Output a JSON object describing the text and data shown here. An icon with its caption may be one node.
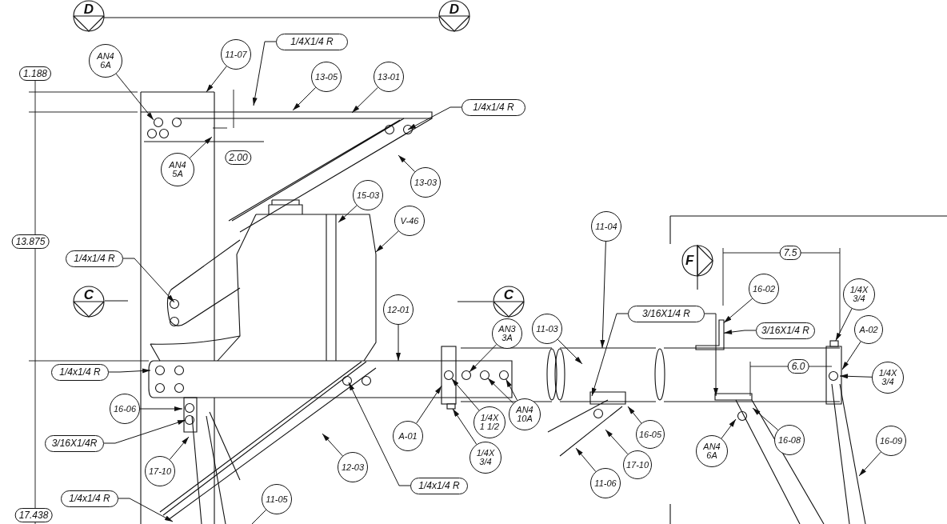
{
  "diagram": {
    "nodes": [
      {
        "text": [
          "1/4X1/4 R"
        ]
      },
      {
        "text": [
          "11-07"
        ]
      },
      {
        "text": [
          "AN4 6A"
        ]
      },
      {
        "text": [
          "13-05"
        ]
      },
      {
        "text": [
          "13-01"
        ]
      },
      {
        "text": [
          "1/4x1/4 R"
        ]
      },
      {
        "text": [
          "AN4 5A"
        ]
      },
      {
        "text": [
          "13-03"
        ]
      },
      {
        "text": [
          "15-03"
        ]
      },
      {
        "text": [
          "V-46"
        ]
      },
      {
        "text": [
          "1/4x1/4 R"
        ]
      },
      {
        "text": [
          "11-04"
        ]
      },
      {
        "text": [
          "16-02"
        ]
      },
      {
        "text": [
          "12-01"
        ]
      },
      {
        "text": [
          "3/16X1/4 R"
        ]
      },
      {
        "text": [
          "3/16X1/4 R"
        ]
      },
      {
        "text": [
          "1/4X 3/4"
        ]
      },
      {
        "text": [
          "A-02"
        ]
      },
      {
        "text": [
          "AN3 3A"
        ]
      },
      {
        "text": [
          "11-03"
        ]
      },
      {
        "text": [
          "1/4x1/4 R"
        ]
      },
      {
        "text": [
          "1/4X 3/4"
        ]
      },
      {
        "text": [
          "16-06"
        ]
      },
      {
        "text": [
          "3/16X1/4R"
        ]
      },
      {
        "text": [
          "AN4 10A"
        ]
      },
      {
        "text": [
          "1/4X 1 1/2"
        ]
      },
      {
        "text": [
          "16-05"
        ]
      },
      {
        "text": [
          "16-08"
        ]
      },
      {
        "text": [
          "A-01"
        ]
      },
      {
        "text": [
          "17-10"
        ]
      },
      {
        "text": [
          "17-10"
        ]
      },
      {
        "text": [
          "1/4X 3/4"
        ]
      },
      {
        "text": [
          "AN4 6A"
        ]
      },
      {
        "text": [
          "11-06"
        ]
      },
      {
        "text": [
          "12-03"
        ]
      },
      {
        "text": [
          "16-09"
        ]
      },
      {
        "text": [
          "1/4x1/4 R"
        ]
      },
      {
        "text": [
          "1/4x1/4 R"
        ]
      },
      {
        "text": [
          "11-05"
        ]
      },
      {
        "text": [],
        "shape": "bracket"
      },
      {
        "text": [],
        "shape": "box"
      },
      {
        "text": [],
        "shape": "box"
      },
      {
        "text": [],
        "shape": "circle",
        "in": 41
      },
      {
        "text": [],
        "shape": "circle"
      },
      {
        "text": [],
        "shape": "circle"
      },
      {
        "text": [],
        "shape": "circle"
      },
      {
        "text": [],
        "shape": "box"
      }
    ],
    "edges": [
      {
        "from": 0,
        "to": null,
        "arrow": "to"
      },
      {
        "from": 1,
        "to": null,
        "arrow": "to"
      },
      {
        "from": 2,
        "to": null,
        "arrow": "to"
      },
      {
        "from": 3,
        "to": null,
        "arrow": "to"
      },
      {
        "from": 4,
        "to": null,
        "arrow": "to"
      },
      {
        "from": 5,
        "to": null,
        "arrow": "to"
      },
      {
        "from": 6,
        "to": null,
        "arrow": "to"
      },
      {
        "from": 7,
        "to": null,
        "arrow": "to"
      },
      {
        "from": 8,
        "to": null,
        "arrow": "to"
      },
      {
        "from": 9,
        "to": null,
        "arrow": "to"
      },
      {
        "from": 10,
        "to": null,
        "arrow": "to"
      },
      {
        "from": 11,
        "to": null,
        "arrow": "to"
      },
      {
        "from": 12,
        "to": 39,
        "arrow": "to"
      },
      {
        "from": 13,
        "to": null,
        "arrow": "to"
      },
      {
        "from": 14,
        "to": null,
        "arrow": "to"
      },
      {
        "from": 14,
        "to": null,
        "arrow": "to"
      },
      {
        "from": 15,
        "to": 39,
        "arrow": "to"
      },
      {
        "from": 16,
        "to": 40,
        "arrow": "to"
      },
      {
        "from": 17,
        "to": null,
        "arrow": "to"
      },
      {
        "from": 18,
        "to": 43,
        "arrow": "to"
      },
      {
        "from": 19,
        "to": null,
        "arrow": "to"
      },
      {
        "from": 20,
        "to": null,
        "arrow": "to"
      },
      {
        "from": 21,
        "to": null,
        "arrow": "to"
      },
      {
        "from": 22,
        "to": null,
        "arrow": "to"
      },
      {
        "from": 23,
        "to": null,
        "arrow": "to"
      },
      {
        "from": 24,
        "to": 44,
        "arrow": "to"
      },
      {
        "from": 24,
        "to": 45,
        "arrow": "to"
      },
      {
        "from": 25,
        "to": 42,
        "arrow": "to"
      },
      {
        "from": 26,
        "to": null,
        "arrow": "to"
      },
      {
        "from": 27,
        "to": null,
        "arrow": "to"
      },
      {
        "from": 28,
        "to": 41,
        "arrow": "to"
      },
      {
        "from": 29,
        "to": null,
        "arrow": "to"
      },
      {
        "from": 30,
        "to": null,
        "arrow": "to"
      },
      {
        "from": 31,
        "to": 46,
        "arrow": "to"
      },
      {
        "from": 32,
        "to": null,
        "arrow": "to"
      },
      {
        "from": 33,
        "to": null,
        "arrow": "to"
      },
      {
        "from": 34,
        "to": null,
        "arrow": "to"
      },
      {
        "from": 35,
        "to": null,
        "arrow": "to"
      },
      {
        "from": 36,
        "to": null,
        "arrow": "to"
      },
      {
        "from": 37,
        "to": null,
        "arrow": "to"
      },
      {
        "from": 38,
        "to": null,
        "arrow": "none"
      }
    ],
    "labels": [
      "D",
      "D",
      "1.188",
      "2.00",
      "13.875",
      "F",
      "7.5",
      "C",
      "C",
      "6.0",
      "17.438"
    ]
  }
}
